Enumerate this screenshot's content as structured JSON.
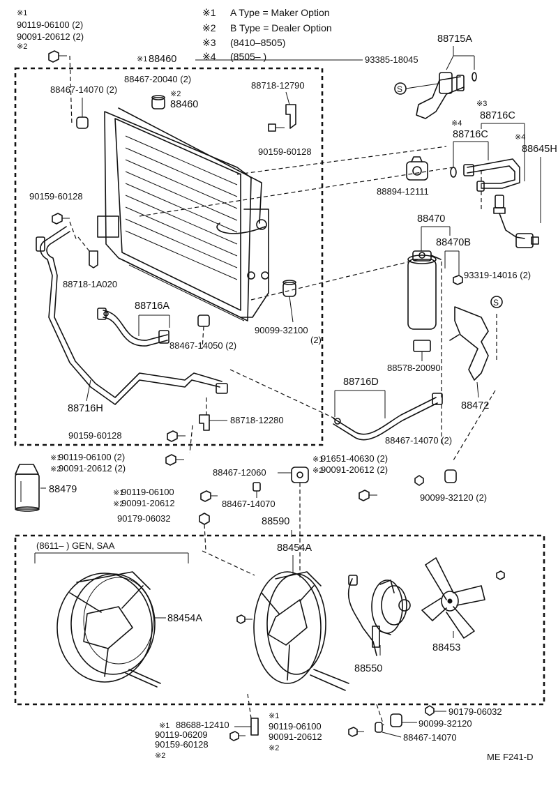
{
  "legend": [
    {
      "mark": "※1",
      "text": "A Type = Maker Option"
    },
    {
      "mark": "※2",
      "text": "B Type = Dealer Option"
    },
    {
      "mark": "※3",
      "text": "(8410–8505)"
    },
    {
      "mark": "※4",
      "text": "(8505–        )"
    }
  ],
  "marks": {
    "m1": "※1",
    "m2": "※2",
    "m3": "※3",
    "m4": "※4"
  },
  "sections": {
    "gen_saa": "(8611–          ) GEN, SAA"
  },
  "labels": {
    "l_90119_06100_a": "90119-06100 (2)",
    "l_90091_20612_a": "90091-20612 (2)",
    "l_88460_top": "88460",
    "l_88467_20040": "88467-20040 (2)",
    "l_88460": "88460",
    "l_88467_14070_a": "88467-14070 (2)",
    "l_88718_12790": "88718-12790",
    "l_90159_60128_a": "90159-60128",
    "l_90159_60128_b": "90159-60128",
    "l_88718_1a020": "88718-1A020",
    "l_88716a": "88716A",
    "l_88467_14050": "88467-14050 (2)",
    "l_90099_32100": "90099-32100",
    "l_90099_32100_q": "(2)",
    "l_88716h": "88716H",
    "l_88718_12280": "88718-12280",
    "l_90159_60128_c": "90159-60128",
    "l_93385_18045": "93385-18045",
    "l_88715a": "88715A",
    "l_88716c_a": "88716C",
    "l_88716c_b": "88716C",
    "l_88645h": "88645H",
    "l_88894_12111": "88894-12111",
    "l_88470": "88470",
    "l_88470b": "88470B",
    "l_93319_14016": "93319-14016 (2)",
    "l_88578_20090": "88578-20090",
    "l_88472": "88472",
    "l_88716d": "88716D",
    "l_88467_14070_b": "88467-14070 (2)",
    "l_90119_06100_b": "90119-06100 (2)",
    "l_90091_20612_b": "90091-20612 (2)",
    "l_88479": "88479",
    "l_88467_12060": "88467-12060",
    "l_91651_40630": "91651-40630 (2)",
    "l_90091_20612_c": "90091-20612 (2)",
    "l_90119_06100_c": "90119-06100",
    "l_90091_20612_d": "90091-20612",
    "l_88467_14070_c": "88467-14070",
    "l_90099_32120_a": "90099-32120 (2)",
    "l_90179_06032_a": "90179-06032",
    "l_88590": "88590",
    "l_88454a_a": "88454A",
    "l_88454a_b": "88454A",
    "l_88453": "88453",
    "l_88550": "88550",
    "l_90179_06032_b": "90179-06032",
    "l_90099_32120_b": "90099-32120",
    "l_88467_14070_d": "88467-14070",
    "l_88688_12410": "88688-12410",
    "l_90119_06209": "90119-06209",
    "l_90159_60128_d": "90159-60128",
    "l_90119_06100_d": "90119-06100",
    "l_90091_20612_e": "90091-20612",
    "figure_code": "ME F241-D"
  }
}
